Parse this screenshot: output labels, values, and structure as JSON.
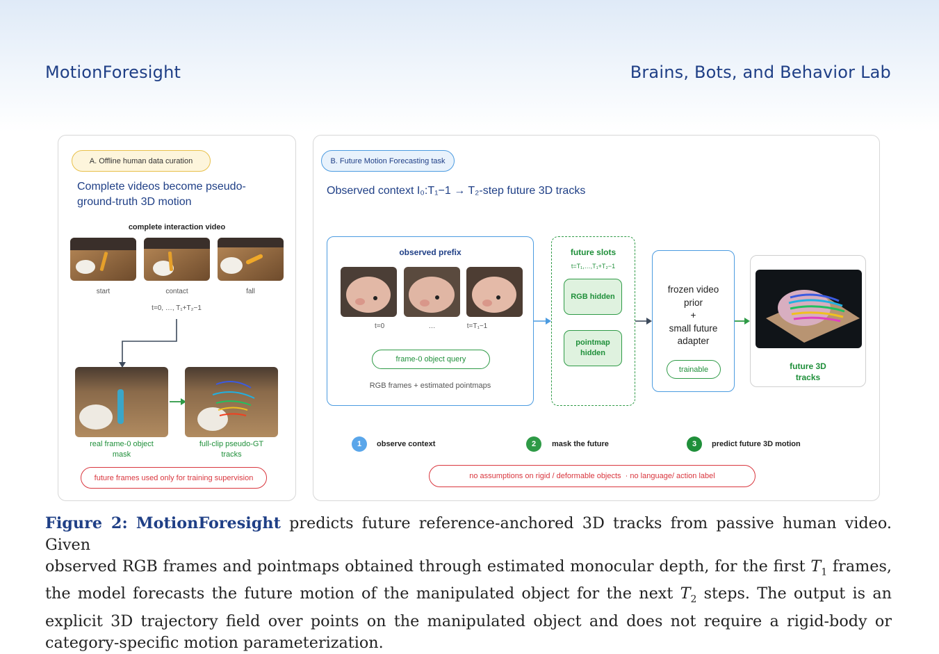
{
  "header": {
    "left_title": "MotionForesight",
    "right_title": "Brains, Bots, and Behavior Lab"
  },
  "panel_a": {
    "tag": "A. Offline human data curation",
    "heading_line1": "Complete videos become pseudo-",
    "heading_line2": "ground-truth 3D motion",
    "video_label": "complete interaction video",
    "frames": [
      "start",
      "contact",
      "fall"
    ],
    "time_range": "t=0, …, T₁+T₂−1",
    "mask_label_line1": "real frame-0 object",
    "mask_label_line2": "mask",
    "tracks_label_line1": "full-clip pseudo-GT",
    "tracks_label_line2": "tracks",
    "note": "future frames used only for training supervision"
  },
  "panel_b": {
    "tag": "B. Future Motion Forecasting task",
    "heading": "Observed context I₀:T₁−1 → T₂-step future 3D tracks",
    "observed_title": "observed prefix",
    "observed_times": [
      "t=0",
      "…",
      "t=T₁−1"
    ],
    "query_pill": "frame-0 object query",
    "observed_note": "RGB frames + estimated pointmaps",
    "future_title": "future slots",
    "future_range": "t=T₁,…,T₁+T₂−1",
    "rgb_hidden": "RGB hidden",
    "pointmap_hidden_line1": "pointmap",
    "pointmap_hidden_line2": "hidden",
    "prior_line1": "frozen video",
    "prior_line2": "prior",
    "prior_plus": "+",
    "prior_line3": "small future",
    "prior_line4": "adapter",
    "trainable": "trainable",
    "output_line1": "future 3D",
    "output_line2": "tracks",
    "steps": [
      {
        "num": "1",
        "label": "observe context"
      },
      {
        "num": "2",
        "label": "mask the future"
      },
      {
        "num": "3",
        "label": "predict future 3D motion"
      }
    ],
    "assumption_note": "no assumptions on rigid / deformable objects  · no language/ action label"
  },
  "caption": {
    "prefix": "Figure 2:",
    "name": "MotionForesight",
    "line1_rest": " predicts future reference-anchored 3D tracks from passive human video. Given",
    "line2": "observed RGB frames and pointmaps obtained through estimated monocular depth, for the first ",
    "t1_base": "T",
    "t1_sub": "1",
    "line2_end": " frames,",
    "line3": "the model forecasts the future motion of the manipulated object for the next ",
    "t2_base": "T",
    "t2_sub": "2",
    "line3_end": " steps. The output is an",
    "line4": "explicit 3D trajectory field over points on the manipulated object and does not require a rigid-body or",
    "line5": "category-specific motion parameterization."
  },
  "colors": {
    "navy": "#1f3f86",
    "green": "#1f8f3a",
    "blue": "#4b9be0",
    "red": "#d9363e",
    "yellow": "#e8c04a"
  }
}
